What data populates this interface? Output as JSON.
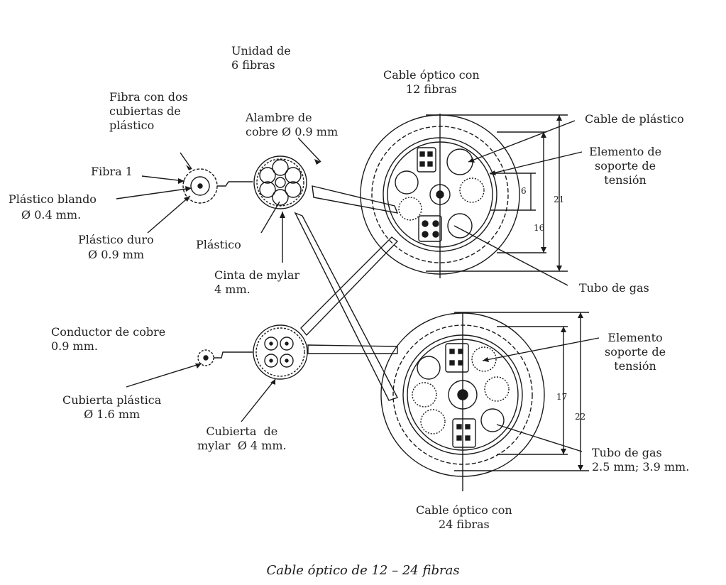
{
  "labels": {
    "unidad": "Unidad de\n6 fibras",
    "fibra_dos_cubiertas": "Fibra con dos\ncubiertas de\nplástico",
    "fibra1": "Fibra 1",
    "plastico_blando": "Plástico blando",
    "plastico_blando_d": "Ø 0.4 mm.",
    "plastico_duro": "Plástico duro",
    "plastico_duro_d": "Ø 0.9 mm",
    "alambre": "Alambre de\ncobre Ø 0.9 mm",
    "plastico": "Plástico",
    "cinta_mylar": "Cinta de mylar\n4 mm.",
    "cable12": "Cable óptico con\n12 fibras",
    "cable_plastico": "Cable de plástico",
    "elemento_soporte_1": "Elemento de\nsoporte de\ntensión",
    "tubo_gas_1": "Tubo de gas",
    "conductor_cobre": "Conductor de cobre\n0.9 mm.",
    "cubierta_plastica": "Cubierta plástica\nØ 1.6 mm",
    "cubierta_mylar": "Cubierta  de\nmylar  Ø 4 mm.",
    "elemento_soporte_2": "Elemento\nsoporte de\ntensión",
    "tubo_gas_2": "Tubo de gas\n2.5 mm; 3.9 mm.",
    "cable24": "Cable óptico con\n24 fibras"
  },
  "dimensions": {
    "d6": "6",
    "d16": "16",
    "d21": "21",
    "d17": "17",
    "d22": "22"
  },
  "caption": "Cable óptico de 12 – 24 fibras"
}
